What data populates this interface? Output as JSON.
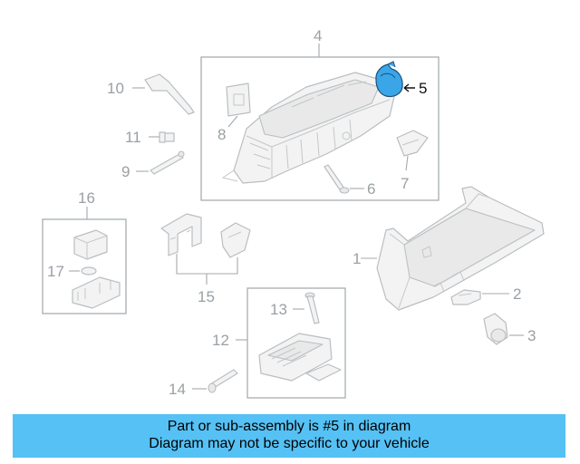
{
  "callouts": {
    "c1": "1",
    "c2": "2",
    "c3": "3",
    "c4": "4",
    "c5": "5",
    "c6": "6",
    "c7": "7",
    "c8": "8",
    "c9": "9",
    "c10": "10",
    "c11": "11",
    "c12": "12",
    "c13": "13",
    "c14": "14",
    "c15": "15",
    "c16": "16",
    "c17": "17"
  },
  "banner": {
    "line1": "Part or sub-assembly is #5 in diagram",
    "line2": "Diagram may not be specific to your vehicle"
  },
  "colors": {
    "banner_background": "#56c1f4",
    "highlight_part": "#3aa6e8",
    "line_art": "#b9bec2"
  }
}
